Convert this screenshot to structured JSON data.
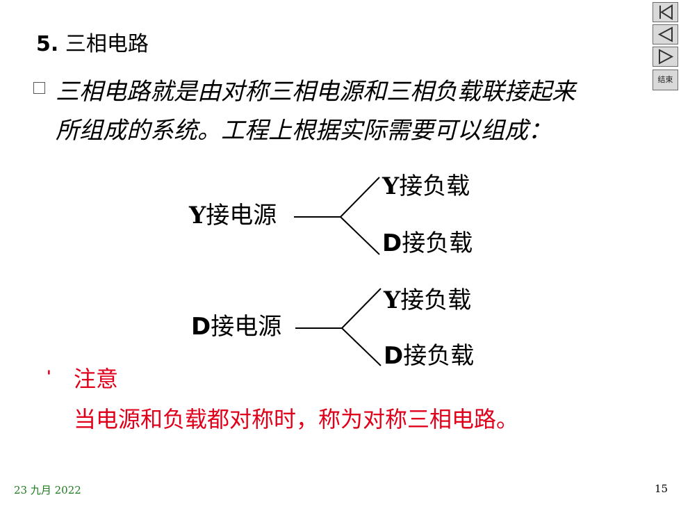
{
  "heading": {
    "number": "5.",
    "title": "三相电路"
  },
  "paragraph": {
    "line1": "三相电路就是由对称三相电源和三相负载联接起来",
    "line2": "所组成的系统。工程上根据实际需要可以组成："
  },
  "diagram": {
    "group1": {
      "source": {
        "prefix": "Y",
        "text": "接电源"
      },
      "loads": [
        {
          "prefix": "Y",
          "text": "接负载"
        },
        {
          "prefix": "D",
          "text": "接负载"
        }
      ]
    },
    "group2": {
      "source": {
        "prefix": "D",
        "text": "接电源"
      },
      "loads": [
        {
          "prefix": "Y",
          "text": "接负载"
        },
        {
          "prefix": "D",
          "text": "接负载"
        }
      ]
    }
  },
  "note": {
    "mark": "'",
    "title": "注意",
    "text": "当电源和负载都对称时，称为对称三相电路。"
  },
  "footer": {
    "date": "23 九月 2022",
    "page": "15"
  },
  "nav": {
    "end_label": "结束"
  },
  "colors": {
    "note": "#e0001b",
    "date": "#1e7b1e",
    "nav_bg": "#d9d9d9"
  }
}
